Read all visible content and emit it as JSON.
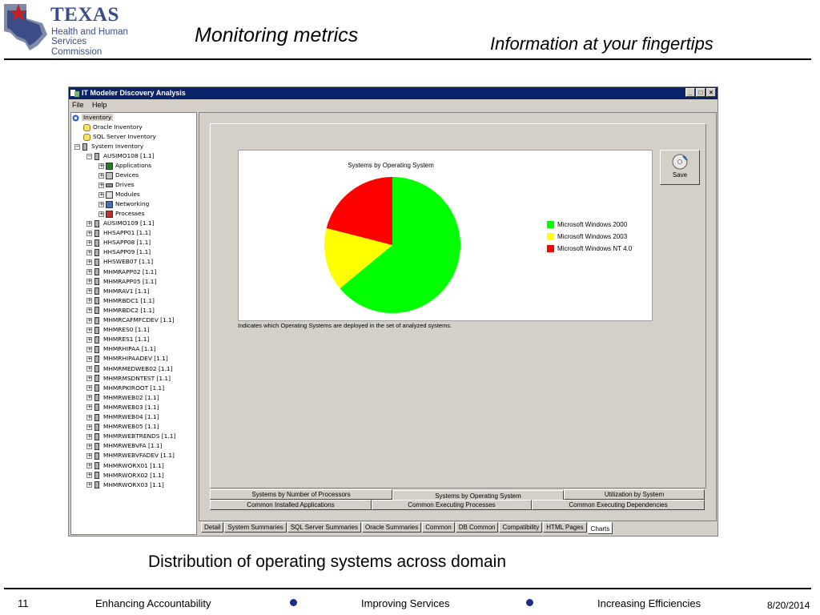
{
  "slide": {
    "logo": {
      "line1": "TEXAS",
      "line2": "Health and Human",
      "line3": "Services Commission"
    },
    "title": "Monitoring metrics",
    "subtitle": "Information at your fingertips",
    "caption": "Distribution of operating systems across domain",
    "footer": {
      "page_number": "11",
      "item1": "Enhancing Accountability",
      "item2": "Improving Services",
      "item3": "Increasing Efficiencies",
      "date": "8/20/2014"
    }
  },
  "window": {
    "title": "IT Modeler Discovery Analysis",
    "menu": [
      "File",
      "Help"
    ],
    "controls": [
      "minimize",
      "maximize",
      "close"
    ]
  },
  "tree": {
    "root": "Inventory",
    "oracle": "Oracle Inventory",
    "sqlserver": "SQL Server Inventory",
    "system": "System Inventory",
    "expanded_server": "AUSIMO108 [1.1]",
    "children": [
      "Applications",
      "Devices",
      "Drives",
      "Modules",
      "Networking",
      "Processes"
    ],
    "servers": [
      "AUSIMO109 [1.1]",
      "HHSAPP01 [1.1]",
      "HHSAPP08 [1.1]",
      "HHSAPP09 [1.1]",
      "HHSWEB07 [1.1]",
      "MHMRAPP02 [1.1]",
      "MHMRAPP05 [1.1]",
      "MHMRAV1 [1.1]",
      "MHMRBDC1 [1.1]",
      "MHMRBDC2 [1.1]",
      "MHMRCAFMFCDEV [1.1]",
      "MHMRES0 [1.1]",
      "MHMRES1 [1.1]",
      "MHMRHIPAA [1.1]",
      "MHMRHIPAADEV [1.1]",
      "MHMRMEDWEB02 [1.1]",
      "MHMRMSDNTEST [1.1]",
      "MHMRPKIROOT [1.1]",
      "MHMRWEB02 [1.1]",
      "MHMRWEB03 [1.1]",
      "MHMRWEB04 [1.1]",
      "MHMRWEB05 [1.1]",
      "MHMRWEBTRENDS [1.1]",
      "MHMRWEBVFA [1.1]",
      "MHMRWEBVFADEV [1.1]",
      "MHMRWORX01 [1.1]",
      "MHMRWORX02 [1.1]",
      "MHMRWORX03 [1.1]"
    ]
  },
  "chart_data": {
    "type": "pie",
    "title": "Systems by Operating System",
    "labels": [
      "Microsoft Windows 2000",
      "Microsoft Windows 2003",
      "Microsoft Windows NT 4.0"
    ],
    "values": [
      64,
      15,
      21
    ],
    "colors": [
      "#00ff00",
      "#ffff00",
      "#ff0000"
    ],
    "legend_position": "right",
    "caption": "Indicates which Operating Systems are deployed in the set of analyzed systems."
  },
  "save_label": "Save",
  "chart_tabs": {
    "row1": [
      "Systems by Number of Processors",
      "Systems by Operating System",
      "Utilization by System"
    ],
    "row2": [
      "Common Installed Applications",
      "Common Executing Processes",
      "Common Executing Dependencies"
    ],
    "active": "Systems by Operating System"
  },
  "bottom_tabs": [
    "Detail",
    "System Summaries",
    "SQL Server Summaries",
    "Oracle Summaries",
    "Common",
    "DB Common",
    "Compatibility",
    "HTML Pages",
    "Charts"
  ],
  "bottom_tab_active": "Charts",
  "colors": {
    "brand": "#3b4d86",
    "titlebar": "#0a246a",
    "bullet": "#1c2a8a"
  }
}
